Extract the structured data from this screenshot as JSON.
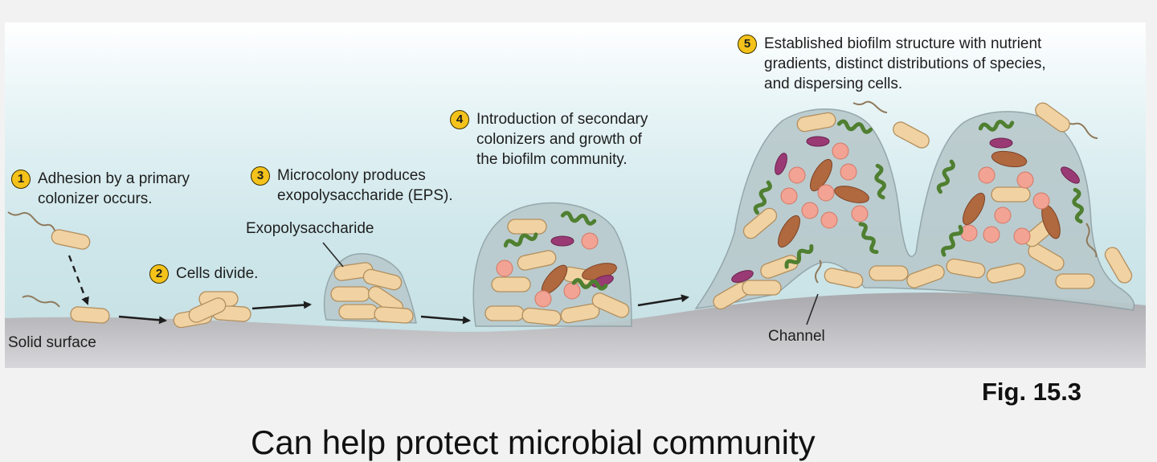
{
  "steps": [
    {
      "num": "1",
      "text": "Adhesion by a primary\ncolonizer occurs."
    },
    {
      "num": "2",
      "text": "Cells divide."
    },
    {
      "num": "3",
      "text": "Microcolony produces\nexopolysaccharide (EPS)."
    },
    {
      "num": "4",
      "text": "Introduction of secondary\ncolonizers and growth of\nthe biofilm community."
    },
    {
      "num": "5",
      "text": "Established biofilm structure with nutrient\ngradients, distinct distributions of species,\nand dispersing cells."
    }
  ],
  "labels": {
    "exopolysaccharide": "Exopolysaccharide",
    "solid_surface": "Solid surface",
    "channel": "Channel"
  },
  "figure_caption": "Fig. 15.3",
  "bottom_text": "Can help protect microbial community",
  "colors": {
    "step_badge": "#f4c21a",
    "primary_cell": "#f1d3a3",
    "surface": "#a6a6aa",
    "eps_matrix": "#b8c9cc",
    "secondary_pink": "#f2a393",
    "secondary_brown": "#b0683f",
    "secondary_purple": "#9a3a74",
    "secondary_green": "#4f7f30"
  }
}
